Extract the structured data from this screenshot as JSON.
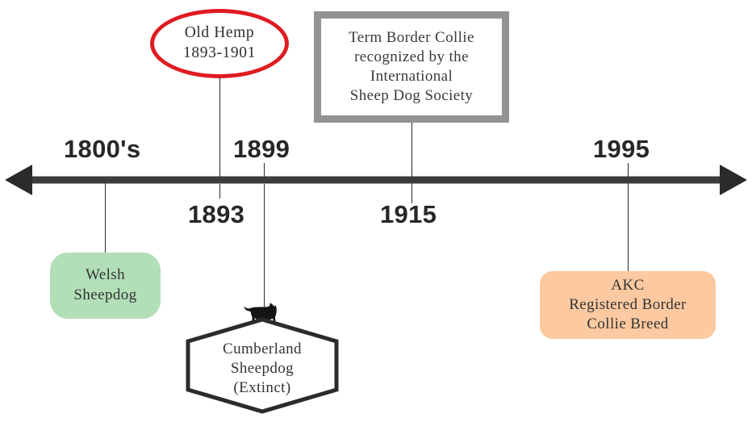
{
  "diagram": {
    "title": "Border Collie breed history timeline",
    "type": "horizontal-timeline",
    "colors": {
      "axis": "#3c3c3c",
      "ellipse_stroke": "#e01b22",
      "gray_box_border": "#939393",
      "green_node": "#b2dfb8",
      "peach_node": "#fcc9a0",
      "hexagon_stroke": "#2b2b2b",
      "text": "#333333"
    }
  },
  "axis": {
    "left_arrow": "arrow-left",
    "right_arrow": "arrow-right"
  },
  "years": [
    {
      "label": "1800's",
      "position": "above"
    },
    {
      "label": "1899",
      "position": "above"
    },
    {
      "label": "1893",
      "position": "below"
    },
    {
      "label": "1915",
      "position": "below"
    },
    {
      "label": "1995",
      "position": "above"
    }
  ],
  "nodes": {
    "old_hemp": {
      "shape": "ellipse",
      "lines": [
        "Old Hemp",
        "1893-1901"
      ]
    },
    "isds": {
      "shape": "rectangle",
      "lines": [
        "Term Border Collie",
        "recognized by the",
        "International",
        "Sheep Dog Society"
      ]
    },
    "welsh_sheepdog": {
      "shape": "rounded-rectangle",
      "lines": [
        "Welsh",
        "Sheepdog"
      ]
    },
    "cumberland_sheepdog": {
      "shape": "hexagon",
      "icon": "dog-icon",
      "lines": [
        "Cumberland",
        "Sheepdog",
        "(Extinct)"
      ]
    },
    "akc": {
      "shape": "rounded-rectangle",
      "lines": [
        "AKC",
        "Registered Border",
        "Collie Breed"
      ]
    }
  }
}
